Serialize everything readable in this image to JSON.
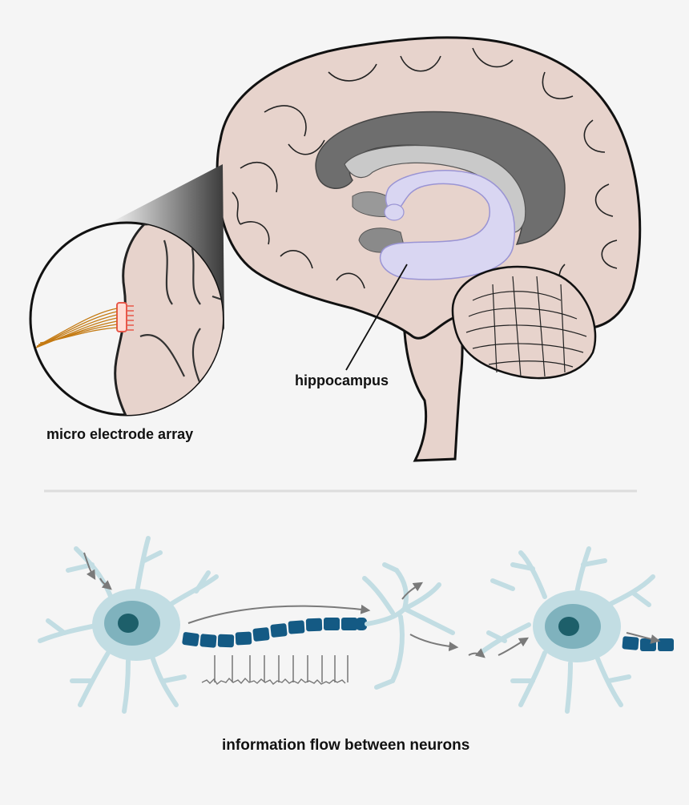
{
  "labels": {
    "micro_electrode_array": "micro electrode array",
    "hippocampus": "hippocampus",
    "information_flow": "information flow between neurons"
  },
  "colors": {
    "background": "#f5f5f5",
    "brain_fill": "#e7d3cc",
    "corpus_callosum": "#6e6e6e",
    "fornix": "#c9c9c9",
    "hippocampus": "#d9d6f2",
    "electrode": "#f07a6a",
    "wires": "#c47a12",
    "neuron_body": "#c2dde3",
    "neuron_inner": "#7fb2bd",
    "nucleus": "#1d5f6a",
    "myelin": "#145a84",
    "arrow": "#7a7a7a",
    "divider": "#dddddd"
  }
}
